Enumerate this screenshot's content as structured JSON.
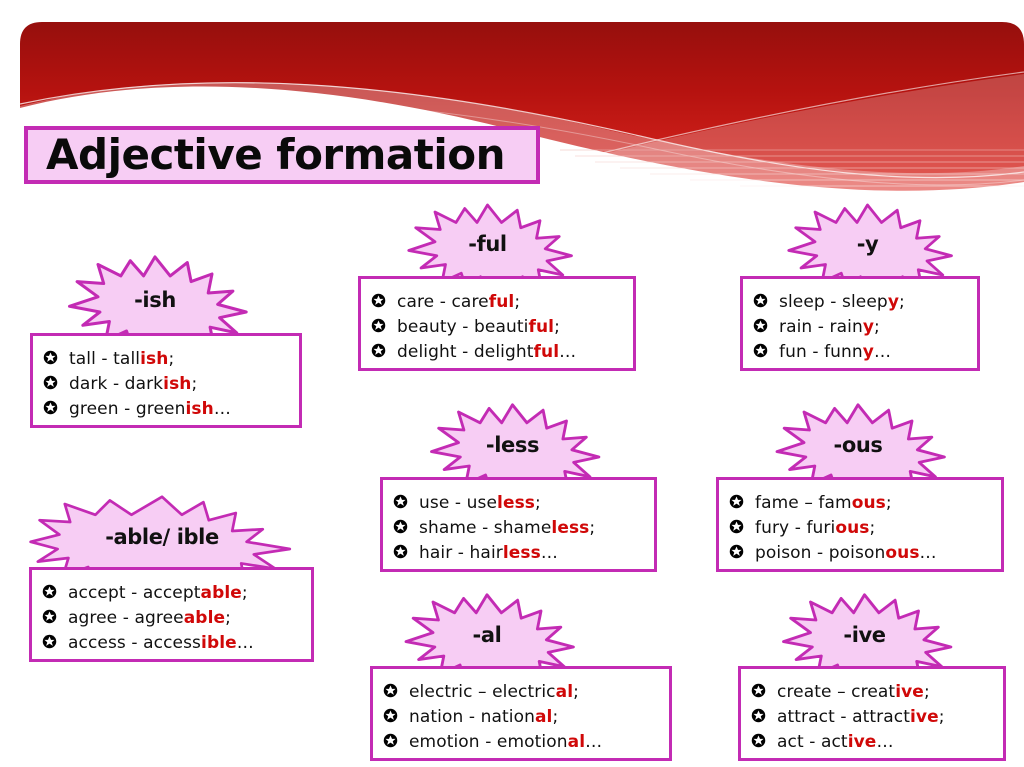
{
  "slide": {
    "title": "Adjective formation",
    "bullet_icon": "star-in-circle-icon",
    "colors": {
      "magenta_border": "#c32bb4",
      "burst_fill": "#f7cdf4",
      "suffix_red": "#d00808",
      "banner_red_dark": "#98100e",
      "banner_red": "#d81e1c",
      "title_bg": "#f7cdf4"
    }
  },
  "groups": [
    {
      "id": "ish",
      "suffix": "-ish",
      "examples": [
        {
          "base": "tall - tall",
          "suffix": "ish",
          "tail": ";"
        },
        {
          "base": "dark - dark",
          "suffix": "ish",
          "tail": ";"
        },
        {
          "base": "green - green",
          "suffix": "ish",
          "tail": "…"
        }
      ]
    },
    {
      "id": "ful",
      "suffix": "-ful",
      "examples": [
        {
          "base": "care - care",
          "suffix": "ful",
          "tail": ";"
        },
        {
          "base": "beauty - beauti",
          "suffix": "ful",
          "tail": ";"
        },
        {
          "base": "delight - delight",
          "suffix": "ful",
          "tail": "…"
        }
      ]
    },
    {
      "id": "y",
      "suffix": "-y",
      "examples": [
        {
          "base": "sleep  - sleep",
          "suffix": "y",
          "tail": ";"
        },
        {
          "base": "rain - rain",
          "suffix": "y",
          "tail": ";"
        },
        {
          "base": "fun - funn",
          "suffix": "y",
          "tail": "…"
        }
      ]
    },
    {
      "id": "less",
      "suffix": "-less",
      "examples": [
        {
          "base": "use - use",
          "suffix": "less",
          "tail": ";"
        },
        {
          "base": "shame - shame",
          "suffix": "less",
          "tail": ";"
        },
        {
          "base": "hair - hair",
          "suffix": "less",
          "tail": "…"
        }
      ]
    },
    {
      "id": "ous",
      "suffix": "-ous",
      "examples": [
        {
          "base": "fame – fam",
          "suffix": "ous",
          "tail": ";"
        },
        {
          "base": "fury - furi",
          "suffix": "ous",
          "tail": ";"
        },
        {
          "base": "poison - poison",
          "suffix": "ous",
          "tail": "…"
        }
      ]
    },
    {
      "id": "able-ible",
      "suffix": "-able/ ible",
      "examples": [
        {
          "base": "accept - accept",
          "suffix": "able",
          "tail": ";"
        },
        {
          "base": "agree - agree",
          "suffix": "able",
          "tail": ";"
        },
        {
          "base": "access - access",
          "suffix": "ible",
          "tail": "…"
        }
      ]
    },
    {
      "id": "al",
      "suffix": "-al",
      "examples": [
        {
          "base": "electric – electric",
          "suffix": "al",
          "tail": ";"
        },
        {
          "base": "nation - nation",
          "suffix": "al",
          "tail": ";"
        },
        {
          "base": "emotion - emotion",
          "suffix": "al",
          "tail": "…"
        }
      ]
    },
    {
      "id": "ive",
      "suffix": "-ive",
      "examples": [
        {
          "base": "create – creat",
          "suffix": "ive",
          "tail": ";"
        },
        {
          "base": "attract - attract",
          "suffix": "ive",
          "tail": ";"
        },
        {
          "base": "act - act",
          "suffix": "ive",
          "tail": "…"
        }
      ]
    }
  ]
}
